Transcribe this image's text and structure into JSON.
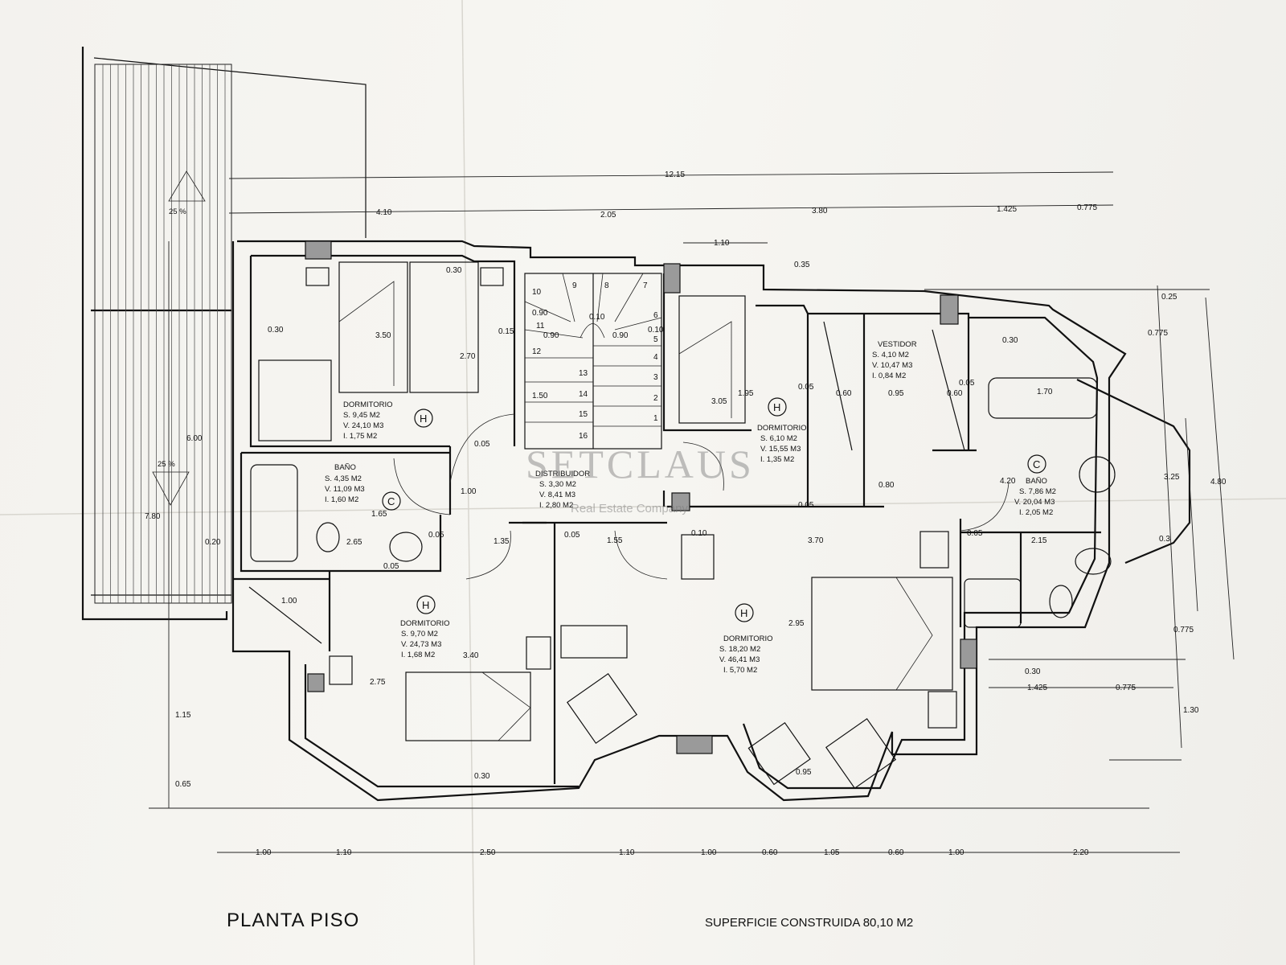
{
  "plan": {
    "title": "PLANTA PISO",
    "total_area": "SUPERFICIE CONSTRUIDA  80,10 M2",
    "watermark": {
      "name": "SETCLAUS",
      "subtitle": "Real Estate Company"
    },
    "rooms": {
      "dorm1": {
        "name": "DORMITORIO",
        "s": "S. 9,45 M2",
        "v": "V. 24,10 M3",
        "i": "I. 1,75 M2",
        "symbol": "H"
      },
      "bano1": {
        "name": "BAÑO",
        "s": "S. 4,35 M2",
        "v": "V. 11,09 M3",
        "i": "I. 1,60 M2",
        "symbol": "C"
      },
      "distribuidor": {
        "name": "DISTRIBUIDOR",
        "s": "S. 3,30 M2",
        "v": "V. 8,41 M3",
        "i": "I. 2,80 M2"
      },
      "dorm2": {
        "name": "DORMITORIO",
        "s": "S. 6,10 M2",
        "v": "V. 15,55 M3",
        "i": "I. 1,35 M2",
        "symbol": "H"
      },
      "vestidor": {
        "name": "VESTIDOR",
        "s": "S. 4,10 M2",
        "v": "V. 10,47 M3",
        "i": "I. 0,84 M2"
      },
      "bano2": {
        "name": "BAÑO",
        "s": "S. 7,86 M2",
        "v": "V. 20,04 M3",
        "i": "I. 2,05 M2",
        "symbol": "C"
      },
      "dorm3": {
        "name": "DORMITORIO",
        "s": "S. 9,70 M2",
        "v": "V. 24,73 M3",
        "i": "I. 1,68 M2",
        "symbol": "H"
      },
      "dorm4": {
        "name": "DORMITORIO",
        "s": "S. 18,20 M2",
        "v": "V. 46,41 M3",
        "i": "I. 5,70 M2",
        "symbol": "H"
      }
    },
    "slope": {
      "top": "25 %",
      "bottom": "25 %"
    },
    "stairs": {
      "steps": [
        "1",
        "2",
        "3",
        "4",
        "5",
        "6",
        "7",
        "8",
        "9",
        "10",
        "11",
        "12",
        "13",
        "14",
        "15",
        "16"
      ]
    },
    "dims": {
      "top_total": "12.15",
      "top": [
        "4.10",
        "2.05",
        "3.80",
        "1.425",
        "0.775"
      ],
      "top_sub": [
        "1.10",
        "0.35",
        "0.25",
        "0.775"
      ],
      "bottom": [
        "1.00",
        "1.10",
        "2.50",
        "1.10",
        "1.00",
        "0.60",
        "1.05",
        "0.60",
        "1.00",
        "2.20"
      ],
      "left_vert": [
        "6.00",
        "7.80",
        "1.15",
        "0.65"
      ],
      "right_vert": [
        "4.80",
        "3.25",
        "0.775",
        "1.30"
      ],
      "interior": [
        "0.30",
        "3.50",
        "0.15",
        "2.70",
        "0.30",
        "0.90",
        "0.10",
        "0.90",
        "0.90",
        "0.10",
        "1.50",
        "0.05",
        "1.00",
        "1.65",
        "0.20",
        "2.65",
        "0.05",
        "0.05",
        "1.35",
        "0.05",
        "1.55",
        "0.10",
        "3.70",
        "0.05",
        "2.15",
        "0.3",
        "3.05",
        "1.95",
        "0.05",
        "0.60",
        "0.95",
        "0.60",
        "0.05",
        "1.70",
        "0.30",
        "4.20",
        "0.80",
        "0.05",
        "2.95",
        "1.00",
        "2.75",
        "3.40",
        "0.30",
        "0.95",
        "0.30",
        "1.425",
        "0.775"
      ]
    }
  }
}
